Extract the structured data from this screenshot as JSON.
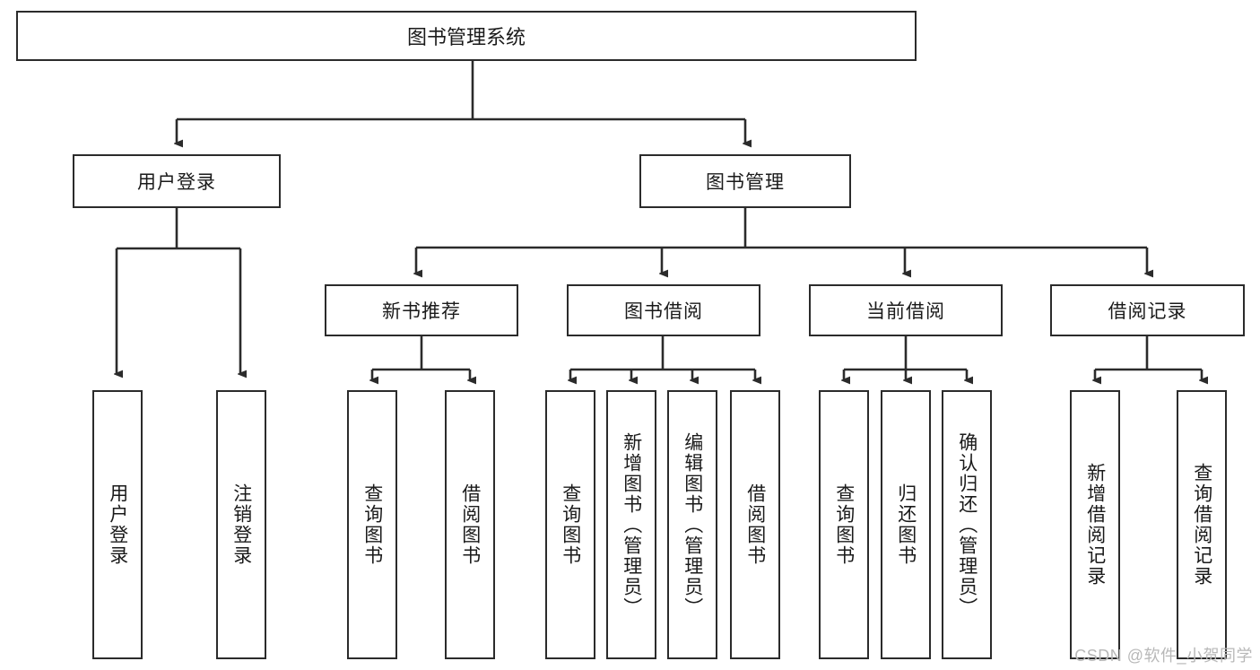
{
  "diagram": {
    "title": "图书管理系统",
    "type": "tree-hierarchy",
    "root": {
      "id": "root",
      "label": "图书管理系统"
    },
    "level2": [
      {
        "id": "user-login",
        "label": "用户登录"
      },
      {
        "id": "book-manage",
        "label": "图书管理"
      }
    ],
    "level3": [
      {
        "id": "new-book-rec",
        "label": "新书推荐",
        "parent": "book-manage"
      },
      {
        "id": "book-borrow",
        "label": "图书借阅",
        "parent": "book-manage"
      },
      {
        "id": "current-borrow",
        "label": "当前借阅",
        "parent": "book-manage"
      },
      {
        "id": "borrow-record",
        "label": "借阅记录",
        "parent": "book-manage"
      }
    ],
    "leaves": [
      {
        "id": "leaf-user-login",
        "label": "用户登录",
        "parent": "user-login"
      },
      {
        "id": "leaf-logout",
        "label": "注销登录",
        "parent": "user-login"
      },
      {
        "id": "leaf-query-book-1",
        "label": "查询图书",
        "parent": "new-book-rec"
      },
      {
        "id": "leaf-borrow-book-1",
        "label": "借阅图书",
        "parent": "new-book-rec"
      },
      {
        "id": "leaf-query-book-2",
        "label": "查询图书",
        "parent": "book-borrow"
      },
      {
        "id": "leaf-add-book",
        "label": "新增图书（管理员）",
        "parent": "book-borrow"
      },
      {
        "id": "leaf-edit-book",
        "label": "编辑图书（管理员）",
        "parent": "book-borrow"
      },
      {
        "id": "leaf-borrow-book-2",
        "label": "借阅图书",
        "parent": "book-borrow"
      },
      {
        "id": "leaf-query-book-3",
        "label": "查询图书",
        "parent": "current-borrow"
      },
      {
        "id": "leaf-return-book",
        "label": "归还图书",
        "parent": "current-borrow"
      },
      {
        "id": "leaf-confirm-return",
        "label": "确认归还（管理员）",
        "parent": "current-borrow"
      },
      {
        "id": "leaf-add-record",
        "label": "新增借阅记录",
        "parent": "borrow-record"
      },
      {
        "id": "leaf-query-record",
        "label": "查询借阅记录",
        "parent": "borrow-record"
      }
    ]
  },
  "watermark": {
    "text": "CSDN @软件_小贺同学"
  },
  "colors": {
    "stroke": "#2b2b2b",
    "background": "#ffffff",
    "text": "#1a1a1a",
    "watermark": "#b8b8b8"
  }
}
